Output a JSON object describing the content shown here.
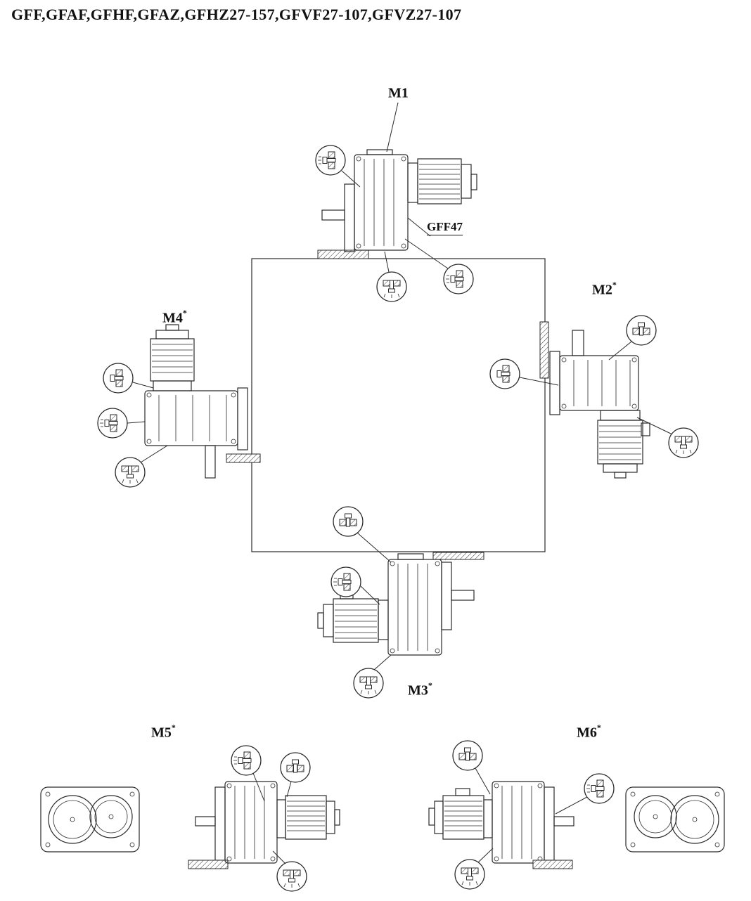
{
  "page": {
    "title": "GFF,GFAF,GFHF,GFAZ,GFHZ27-157,GFVF27-107,GFVZ27-107"
  },
  "labels": {
    "m1": {
      "text": "M1",
      "sup": ""
    },
    "m2": {
      "text": "M2",
      "sup": "*"
    },
    "m3": {
      "text": "M3",
      "sup": "*"
    },
    "m4": {
      "text": "M4",
      "sup": "*"
    },
    "m5": {
      "text": "M5",
      "sup": "*"
    },
    "m6": {
      "text": "M6",
      "sup": "*"
    },
    "model": {
      "text": "GFF47"
    }
  },
  "icons": {
    "breather_plug": "vertical-bolt-in-hatched-wall",
    "vent_plug": "horizontal-bolt-with-vent-dashes",
    "oil_level_plug": "horizontal-bolt-in-hatched-wall",
    "oil_drain_plug": "drain-bolt-with-drip-lines"
  },
  "colors": {
    "line": "#2a2a2a",
    "background": "#ffffff"
  }
}
